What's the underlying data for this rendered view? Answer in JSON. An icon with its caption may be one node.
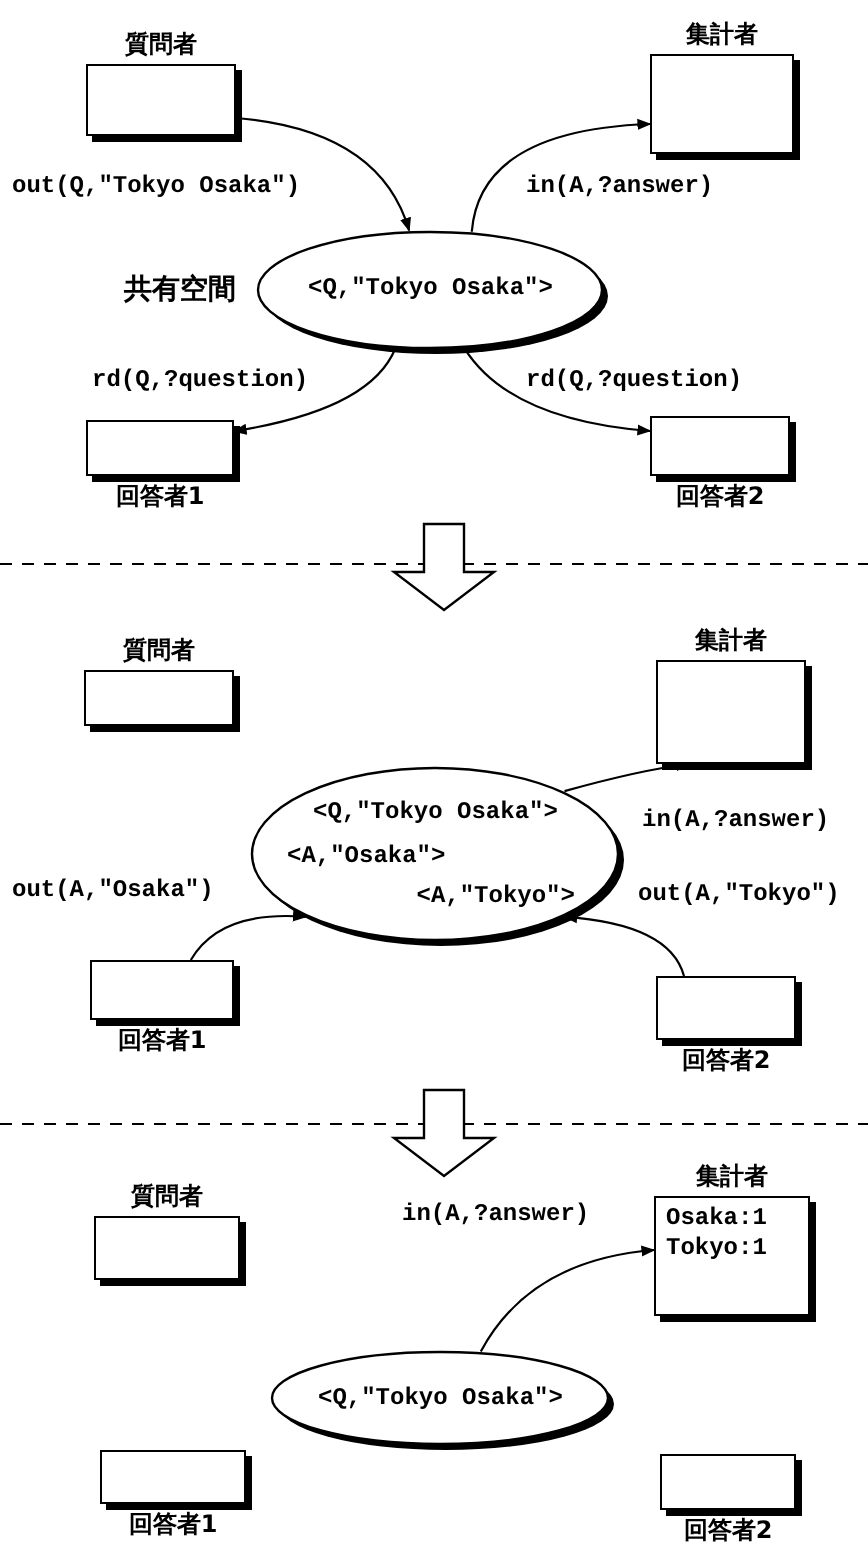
{
  "diagram": {
    "nodes": [
      {
        "text": [
          "質問者"
        ]
      },
      {
        "text": [
          "集計者"
        ]
      },
      {
        "text": [
          "<Q,\"Tokyo Osaka\">"
        ],
        "beside": [
          "共有空間"
        ]
      },
      {
        "text": [
          "回答者1"
        ]
      },
      {
        "text": [
          "回答者2"
        ]
      },
      {
        "text": [
          "質問者"
        ]
      },
      {
        "text": [
          "集計者"
        ]
      },
      {
        "text": [
          "<Q,\"Tokyo Osaka\">",
          "<A,\"Osaka\">",
          "<A,\"Tokyo\">"
        ]
      },
      {
        "text": [
          "回答者1"
        ]
      },
      {
        "text": [
          "回答者2"
        ]
      },
      {
        "text": [
          "質問者"
        ]
      },
      {
        "text": [
          "集計者",
          "Osaka:1",
          "Tokyo:1"
        ]
      },
      {
        "text": [
          "<Q,\"Tokyo Osaka\">"
        ]
      },
      {
        "text": [
          "回答者1"
        ]
      },
      {
        "text": [
          "回答者2"
        ]
      }
    ],
    "edges": [
      {
        "from": 0,
        "to": 2,
        "arrow": "to",
        "label": "out(Q,\"Tokyo Osaka\")"
      },
      {
        "from": 2,
        "to": 1,
        "arrow": "to",
        "label": "in(A,?answer)"
      },
      {
        "from": 2,
        "to": 3,
        "arrow": "to",
        "label": "rd(Q,?question)"
      },
      {
        "from": 2,
        "to": 4,
        "arrow": "to",
        "label": "rd(Q,?question)"
      },
      {
        "from": 7,
        "to": 6,
        "arrow": "to",
        "label": "in(A,?answer)"
      },
      {
        "from": 8,
        "to": 7,
        "arrow": "to",
        "label": "out(A,\"Osaka\")"
      },
      {
        "from": 9,
        "to": 7,
        "arrow": "to",
        "label": "out(A,\"Tokyo\")"
      },
      {
        "from": 12,
        "to": 11,
        "arrow": "to",
        "label": "in(A,?answer)"
      }
    ]
  }
}
